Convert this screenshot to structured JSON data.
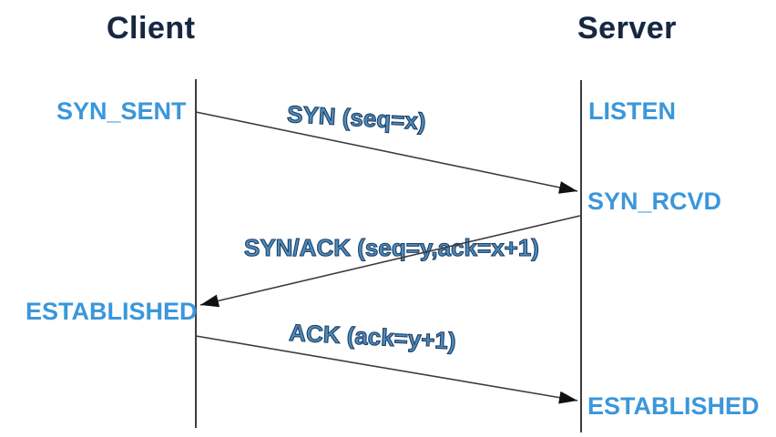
{
  "colors": {
    "title": "#18263f",
    "state": "#3b97da",
    "message_fill": "#4e8cbd",
    "message_stroke": "#1d3f63",
    "line": "#3c3c3c",
    "arrowhead": "#111111",
    "background": "#ffffff"
  },
  "client": {
    "title": "Client",
    "states": {
      "syn_sent": "SYN_SENT",
      "established": "ESTABLISHED"
    }
  },
  "server": {
    "title": "Server",
    "states": {
      "listen": "LISTEN",
      "syn_rcvd": "SYN_RCVD",
      "established": "ESTABLISHED"
    }
  },
  "messages": {
    "syn": "SYN (seq=x)",
    "syn_ack": "SYN/ACK (seq=y,ack=x+1)",
    "ack": "ACK (ack=y+1)"
  }
}
